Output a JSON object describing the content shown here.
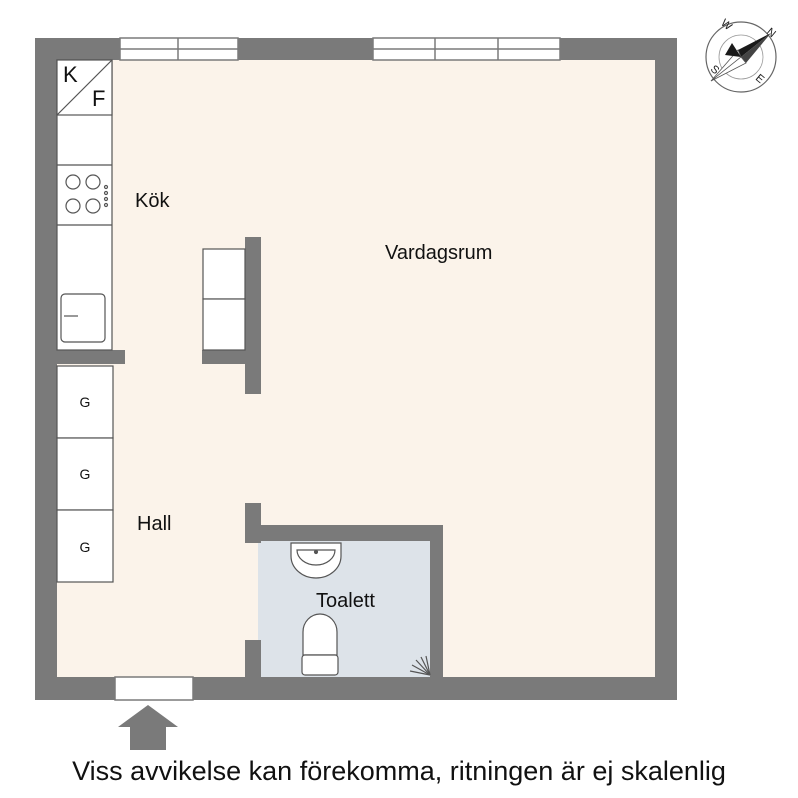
{
  "rooms": {
    "kok": "Kök",
    "vardagsrum": "Vardagsrum",
    "hall": "Hall",
    "toalett": "Toalett"
  },
  "appliance": {
    "k": "K",
    "f": "F"
  },
  "wardrobes": [
    "G",
    "G",
    "G"
  ],
  "compass": {
    "n": "N",
    "e": "E",
    "s": "S",
    "w": "W"
  },
  "disclaimer": "Viss avvikelse kan förekomma, ritningen är ej skalenlig",
  "colors": {
    "wall": "#7a7a7a",
    "floor": "#fbf3ea",
    "toilet_floor": "#dde3e9",
    "fixture_line": "#666666"
  }
}
